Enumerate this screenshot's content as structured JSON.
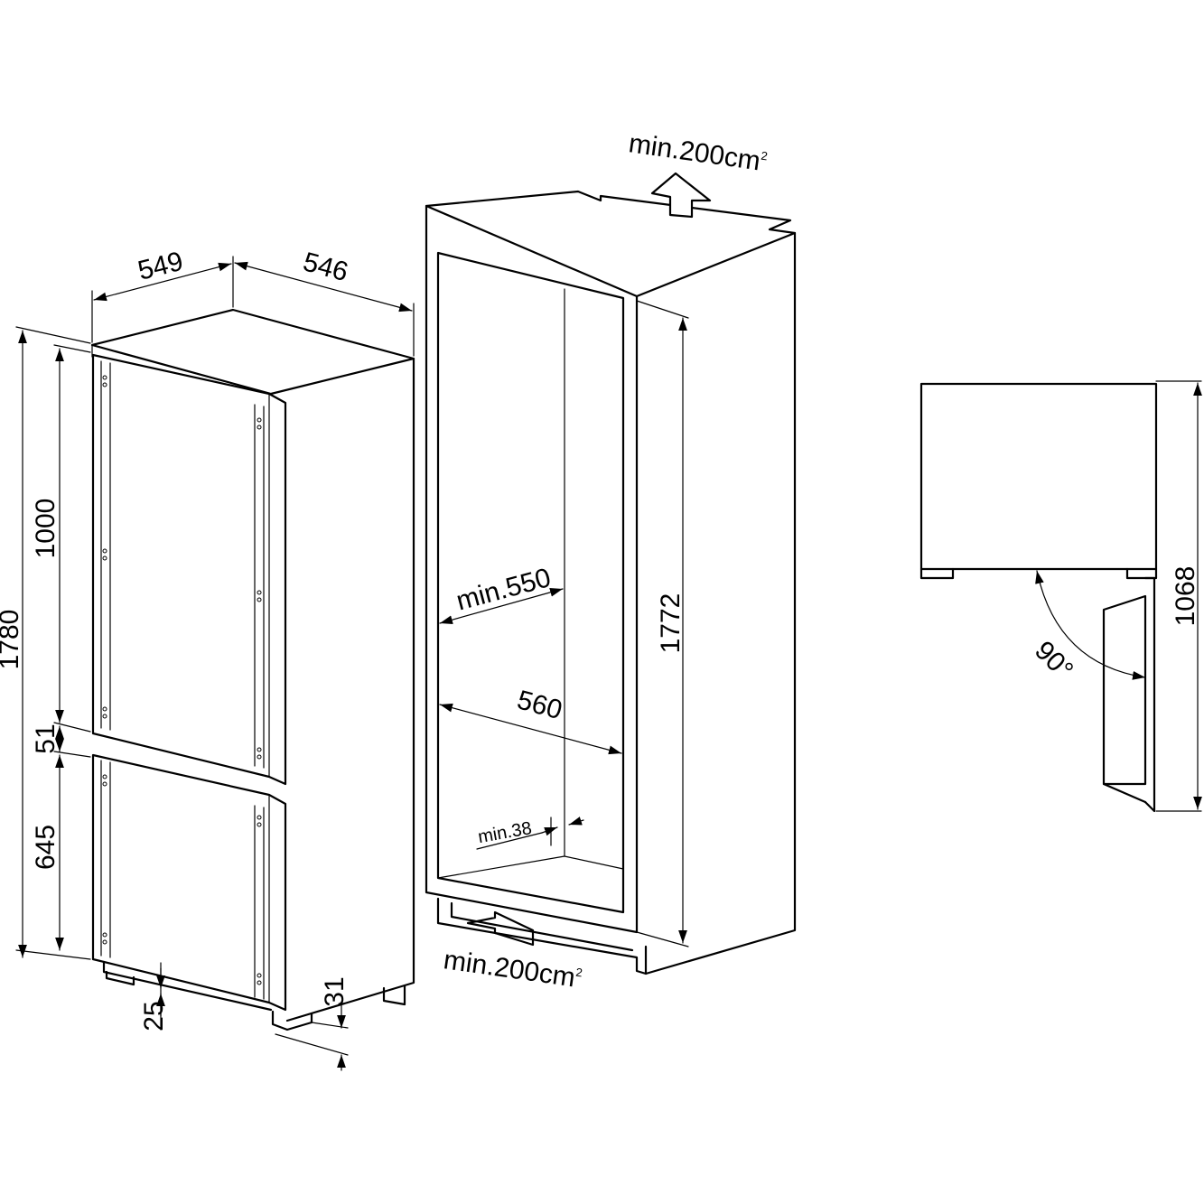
{
  "fridge": {
    "width": "549",
    "depth": "546",
    "height": "1780",
    "upper_door": "1000",
    "gap": "51",
    "lower_door": "645",
    "plinth": "25",
    "feet": "31"
  },
  "niche": {
    "vent_top": "min.200cm",
    "vent_top_sup": "2",
    "vent_bottom": "min.200cm",
    "vent_bottom_sup": "2",
    "inner_width": "min.550",
    "outer_width": "560",
    "height": "1772",
    "plinth_depth": "min.38"
  },
  "side_view": {
    "height": "1068",
    "angle": "90°"
  }
}
